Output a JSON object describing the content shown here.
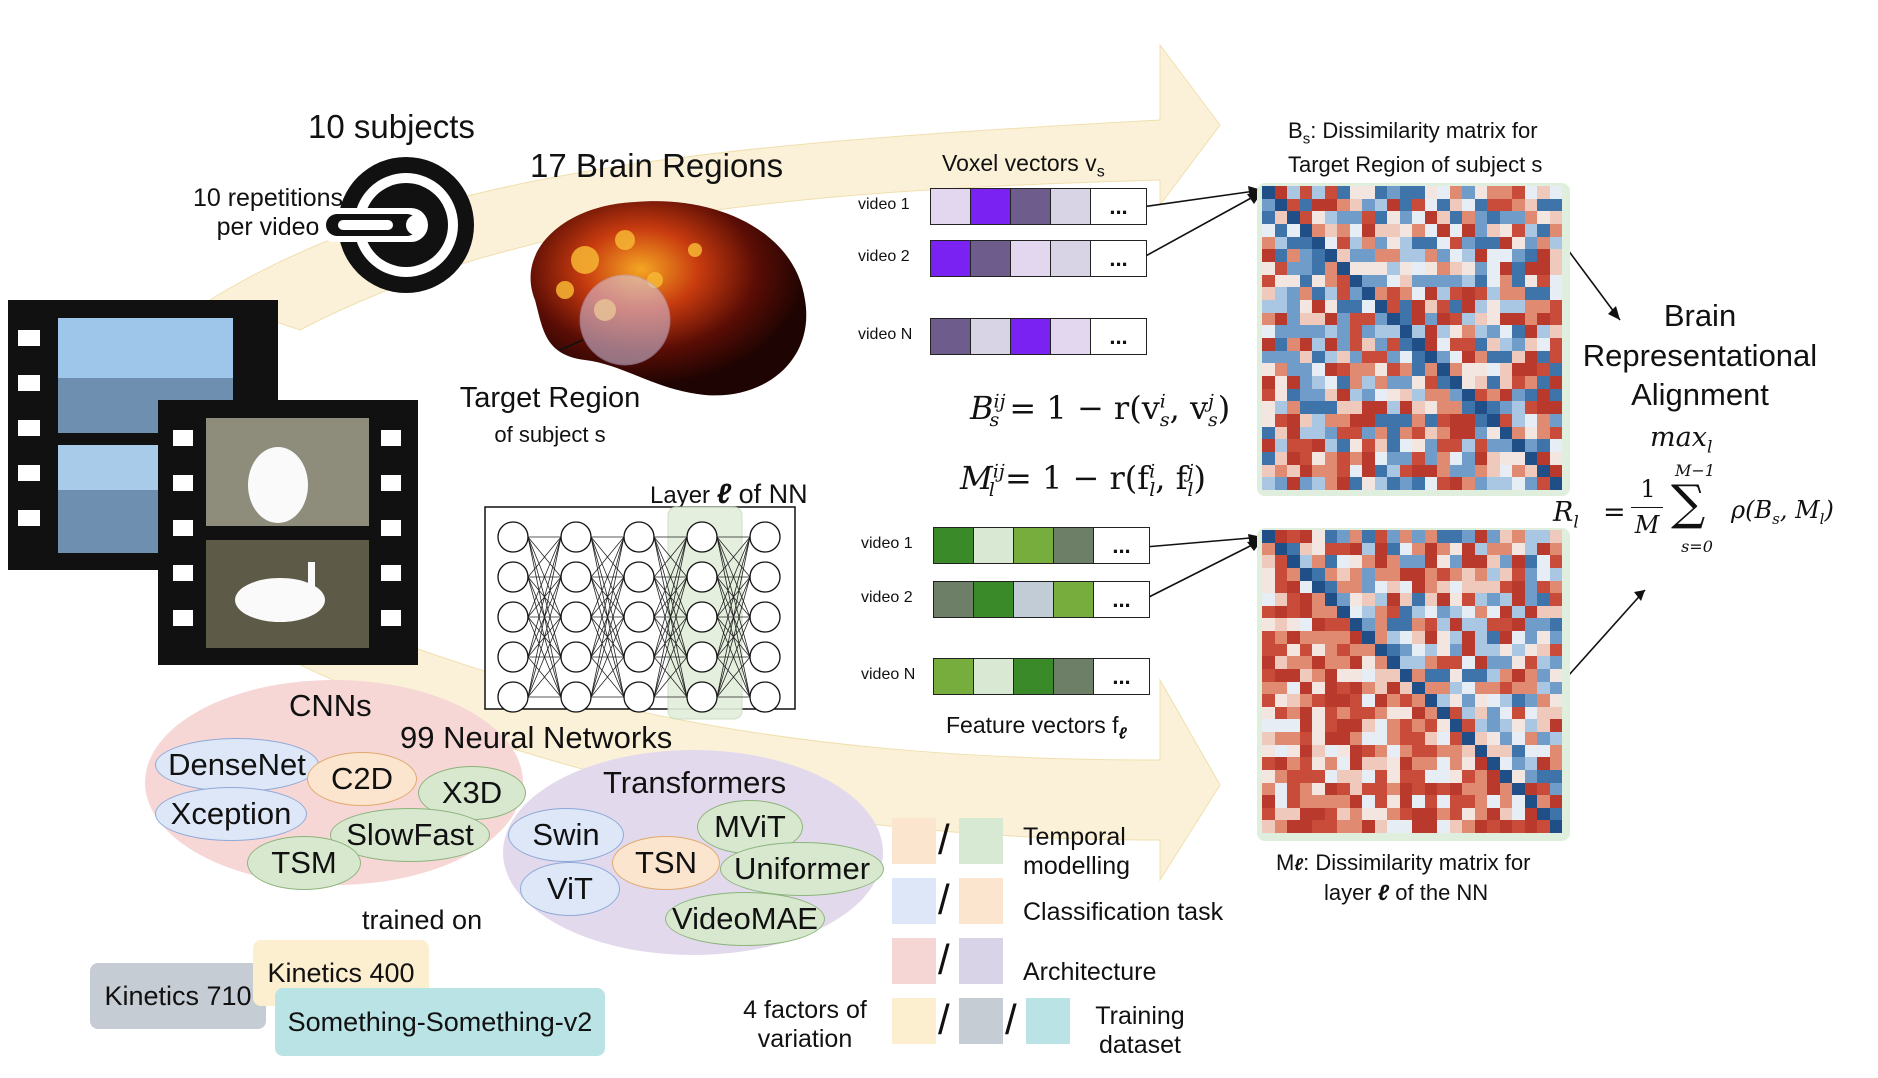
{
  "top": {
    "subjects": "10 subjects",
    "repetitions_line1": "10 repetitions",
    "repetitions_line2": "per video",
    "brain_regions": "17 Brain Regions",
    "target_region": "Target Region",
    "target_region_sub": "of subject s"
  },
  "voxel": {
    "title": "Voxel vectors v",
    "title_sub": "s",
    "rows": [
      {
        "label": "video 1",
        "colors": [
          "#e3d7ef",
          "#7a22f2",
          "#6d5c8c",
          "#d8d4e6"
        ],
        "dots": "..."
      },
      {
        "label": "video 2",
        "colors": [
          "#7a22f2",
          "#6d5c8c",
          "#e3d7ef",
          "#d8d4e6"
        ],
        "dots": "..."
      },
      {
        "label": "video N",
        "colors": [
          "#6d5c8c",
          "#d8d4e6",
          "#7a22f2",
          "#e3d7ef"
        ],
        "dots": "..."
      }
    ]
  },
  "feature": {
    "title": "Feature vectors f",
    "title_sub": "ℓ",
    "rows": [
      {
        "label": "video 1",
        "colors": [
          "#3a8a2a",
          "#d8e8d3",
          "#76ad3c",
          "#6e7f68"
        ],
        "dots": "..."
      },
      {
        "label": "video 2",
        "colors": [
          "#6e7f68",
          "#3a8a2a",
          "#c2ccd6",
          "#76ad3c"
        ],
        "dots": "..."
      },
      {
        "label": "video N",
        "colors": [
          "#76ad3c",
          "#d8e8d3",
          "#3a8a2a",
          "#6e7f68"
        ],
        "dots": "..."
      }
    ]
  },
  "formulas": {
    "b_left": "B",
    "b_sup": "ij",
    "b_sub": "s",
    "b_right": "= 1 − r(v",
    "b_vi_sup": "i",
    "b_vi_sub": "s",
    "b_mid": ", v",
    "b_vj_sup": "j",
    "b_vj_sub": "s",
    "b_end": ")",
    "m_left": "M",
    "m_sup": "ij",
    "m_sub": "l",
    "m_right": "= 1 − r(f",
    "m_fi_sup": "i",
    "m_fi_sub": "l",
    "m_mid": ", f",
    "m_fj_sup": "j",
    "m_fj_sub": "l",
    "m_end": ")"
  },
  "nn": {
    "layer_label_pre": "Layer ",
    "layer_label_l": "ℓ",
    "layer_label_post": " of NN"
  },
  "matrices": {
    "b_title_line1_pre": "B",
    "b_title_line1_sub": "s",
    "b_title_line1_post": ": Dissimilarity matrix for",
    "b_title_line2": "Target Region of subject s",
    "m_title_line1_pre": "M",
    "m_title_line1_sub": "ℓ",
    "m_title_line1_post": ": Dissimilarity matrix for",
    "m_title_line2_pre": "layer ",
    "m_title_line2_l": "ℓ",
    "m_title_line2_post": " of the NN"
  },
  "alignment": {
    "line1": "Brain",
    "line2": "Representational",
    "line3": "Alignment",
    "max": "max",
    "max_sub": "l",
    "r_lhs": "R",
    "r_lhs_sub": "l",
    "equals": "=",
    "frac_num": "1",
    "frac_den": "M",
    "sum_top": "M−1",
    "sum_sym": "∑",
    "sum_bottom": "s=0",
    "rho": "ρ(B",
    "rho_sub": "s",
    "rho_mid": ", M",
    "rho_sub2": "l",
    "rho_end": ")"
  },
  "models": {
    "cnns": "CNNs",
    "count": "99 Neural Networks",
    "transformers": "Transformers",
    "cnn_list": [
      "DenseNet",
      "C2D",
      "X3D",
      "Xception",
      "SlowFast",
      "TSM"
    ],
    "transformer_list": [
      "Swin",
      "MViT",
      "ViT",
      "TSN",
      "Uniformer",
      "VideoMAE"
    ],
    "trained_on": "trained on",
    "datasets": [
      "Kinetics 400",
      "Kinetics 710",
      "Something-Something-v2"
    ]
  },
  "factors": {
    "title_line1": "4 factors of",
    "title_line2": "variation",
    "temporal_line1": "Temporal",
    "temporal_line2": "modelling",
    "classification": "Classification task",
    "architecture": "Architecture",
    "training_line1": "Training",
    "training_line2": "dataset",
    "swatches": {
      "temporal": [
        "#fbe5cf",
        "#d7e8d3"
      ],
      "classification": [
        "#dde7f7",
        "#fbe5cf"
      ],
      "architecture": [
        "#f6d6d4",
        "#d9d3e8"
      ],
      "training": [
        "#fcefcf",
        "#c6ccd4",
        "#b9e3e4"
      ]
    }
  },
  "colors": {
    "arrow_fill": "#fbf1d9",
    "cnn_bg": "#f6d7d6",
    "transformer_bg": "#e3d9ec",
    "matrix_frame": "#dfeedd"
  }
}
